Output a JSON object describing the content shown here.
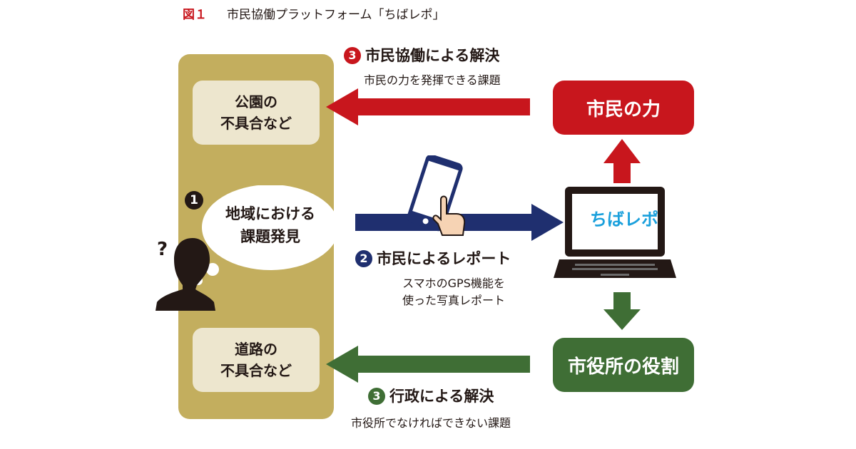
{
  "figure": {
    "label": "図１",
    "title": "市民協働プラットフォーム「ちばレポ」"
  },
  "issues": {
    "park": [
      "公園の",
      "不具合など"
    ],
    "road": [
      "道路の",
      "不具合など"
    ]
  },
  "discovery": {
    "number": "1",
    "text": [
      "地域における",
      "課題発見"
    ]
  },
  "collaboration": {
    "number": "3",
    "heading": "市民協働による解決",
    "sub": "市民の力を発揮できる課題"
  },
  "report": {
    "number": "2",
    "heading": "市民によるレポート",
    "sub": [
      "スマホのGPS機能を",
      "使った写真レポート"
    ]
  },
  "government": {
    "number": "3",
    "heading": "行政による解決",
    "sub": "市役所でなければできない課題"
  },
  "roles": {
    "citizen": "市民の力",
    "city": "市役所の役割"
  },
  "platform": {
    "name": "ちばレポ"
  },
  "colors": {
    "red": "#c8161d",
    "navy": "#1f2f6f",
    "green": "#3f6e35",
    "gold": "#c3ae5e",
    "cream": "#ede6ce",
    "cyan": "#1aa0dc"
  }
}
